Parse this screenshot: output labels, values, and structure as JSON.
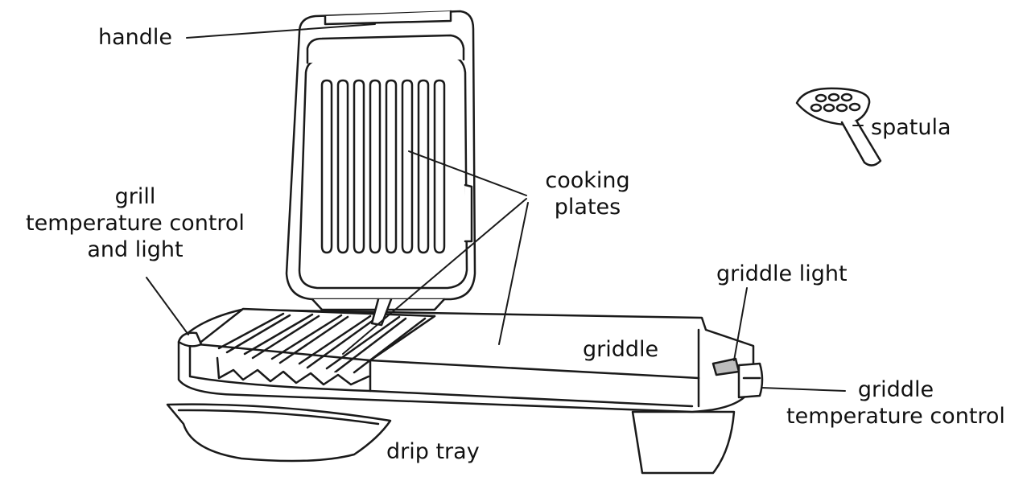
{
  "labels": {
    "handle": "handle",
    "spatula": "spatula",
    "cooking_plates": [
      "cooking",
      "plates"
    ],
    "grill_temperature_control": [
      "grill",
      "temperature control",
      "and light"
    ],
    "griddle_light": "griddle light",
    "griddle": "griddle",
    "griddle_temperature_control": [
      "griddle",
      "temperature control"
    ],
    "drip_tray": "drip tray"
  },
  "colors": {
    "line": "#1a1a1a",
    "fill": "#ffffff",
    "light_fill": "#bdbdbd"
  },
  "icons": [
    "grill-appliance-illustration",
    "spatula-illustration"
  ]
}
